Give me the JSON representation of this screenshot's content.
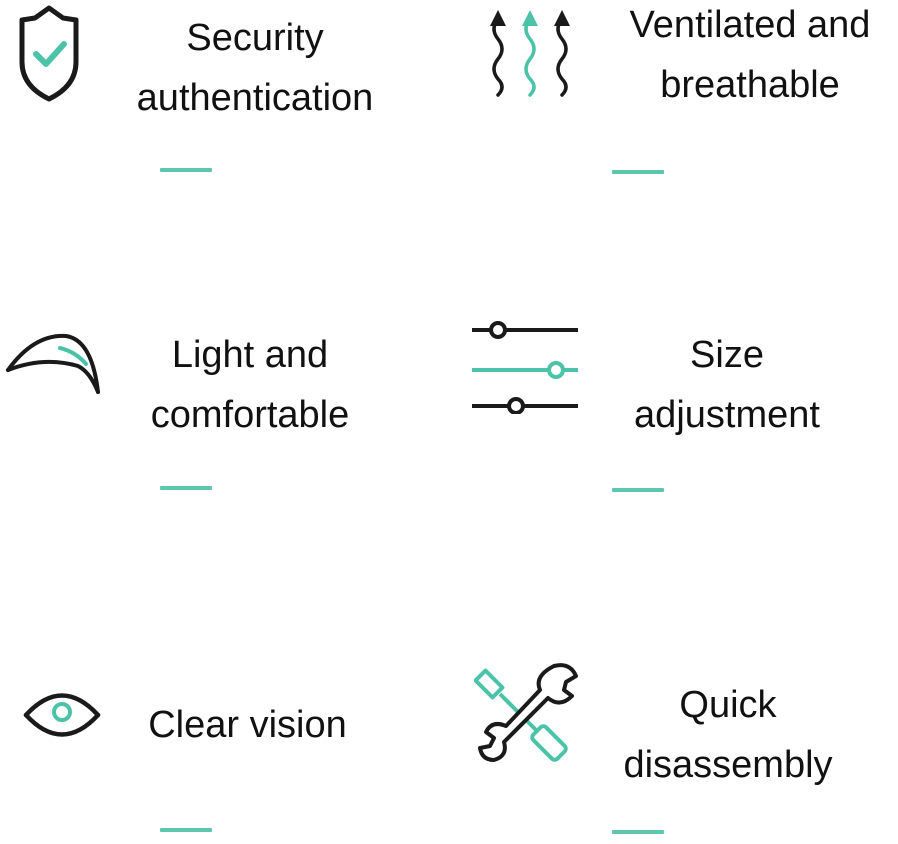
{
  "accent_color": "#4cc3a8",
  "features": [
    {
      "icon": "shield-check-icon",
      "lines": [
        "Security",
        "authentication"
      ]
    },
    {
      "icon": "airflow-arrows-icon",
      "lines": [
        "Ventilated and",
        "breathable"
      ]
    },
    {
      "icon": "leaf-icon",
      "lines": [
        "Light and",
        "comfortable"
      ]
    },
    {
      "icon": "sliders-icon",
      "lines": [
        "Size",
        "adjustment"
      ]
    },
    {
      "icon": "eye-icon",
      "lines": [
        "Clear vision"
      ]
    },
    {
      "icon": "wrench-screwdriver-icon",
      "lines": [
        "Quick",
        "disassembly"
      ]
    }
  ]
}
